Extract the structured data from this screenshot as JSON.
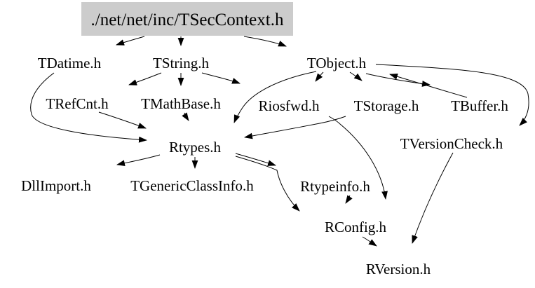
{
  "diagram": {
    "type": "include-dependency-graph",
    "root_file": "./net/net/inc/TSecContext.h",
    "colors": {
      "background": "#ffffff",
      "edge": "#000000",
      "text": "#000000",
      "root_box_fill": "#cccccc"
    },
    "nodes": {
      "tsec": {
        "label": "./net/net/inc/TSecContext.h"
      },
      "tdatime": {
        "label": "TDatime.h"
      },
      "tstring": {
        "label": "TString.h"
      },
      "tobject": {
        "label": "TObject.h"
      },
      "trefcnt": {
        "label": "TRefCnt.h"
      },
      "tmathbase": {
        "label": "TMathBase.h"
      },
      "riosfwd": {
        "label": "Riosfwd.h"
      },
      "tstorage": {
        "label": "TStorage.h"
      },
      "tbuffer": {
        "label": "TBuffer.h"
      },
      "rtypes": {
        "label": "Rtypes.h"
      },
      "tversioncheck": {
        "label": "TVersionCheck.h"
      },
      "dllimport": {
        "label": "DllImport.h"
      },
      "tgenericclassinfo": {
        "label": "TGenericClassInfo.h"
      },
      "rtypeinfo": {
        "label": "Rtypeinfo.h"
      },
      "rconfig": {
        "label": "RConfig.h"
      },
      "rversion": {
        "label": "RVersion.h"
      }
    },
    "edges": [
      {
        "from": "tsec",
        "to": "tdatime"
      },
      {
        "from": "tsec",
        "to": "tstring"
      },
      {
        "from": "tsec",
        "to": "tobject"
      },
      {
        "from": "tstring",
        "to": "trefcnt"
      },
      {
        "from": "tstring",
        "to": "tmathbase"
      },
      {
        "from": "tstring",
        "to": "riosfwd"
      },
      {
        "from": "tobject",
        "to": "riosfwd"
      },
      {
        "from": "tobject",
        "to": "tstorage"
      },
      {
        "from": "tobject",
        "to": "tbuffer"
      },
      {
        "from": "tbuffer",
        "to": "tobject"
      },
      {
        "from": "tobject",
        "to": "tversioncheck"
      },
      {
        "from": "tobject",
        "to": "rtypes"
      },
      {
        "from": "tdatime",
        "to": "rtypes"
      },
      {
        "from": "trefcnt",
        "to": "rtypes"
      },
      {
        "from": "tmathbase",
        "to": "rtypes"
      },
      {
        "from": "tstorage",
        "to": "rtypes"
      },
      {
        "from": "riosfwd",
        "to": "rconfig"
      },
      {
        "from": "rtypes",
        "to": "dllimport"
      },
      {
        "from": "rtypes",
        "to": "tgenericclassinfo"
      },
      {
        "from": "rtypes",
        "to": "rtypeinfo"
      },
      {
        "from": "rtypes",
        "to": "rconfig"
      },
      {
        "from": "rtypeinfo",
        "to": "rconfig"
      },
      {
        "from": "rconfig",
        "to": "rversion"
      },
      {
        "from": "tversioncheck",
        "to": "rversion"
      }
    ]
  }
}
